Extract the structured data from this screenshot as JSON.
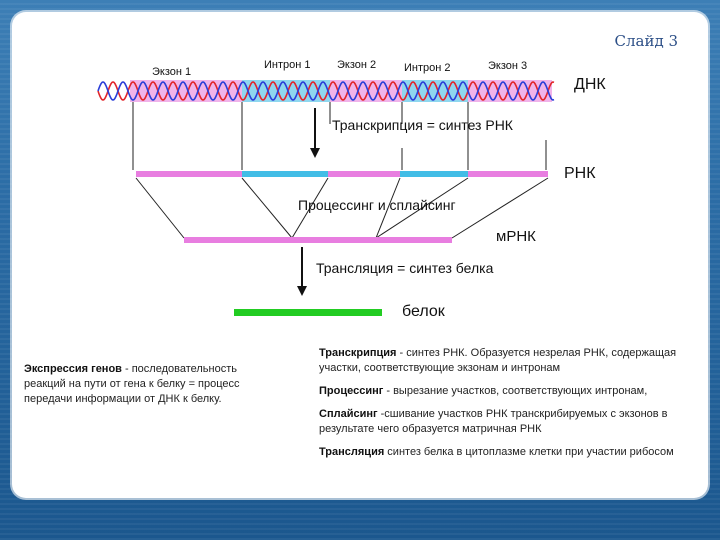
{
  "slide_label": "Слайд 3",
  "diagram": {
    "segments": [
      "Экзон 1",
      "Интрон 1",
      "Экзон 2",
      "Интрон 2",
      "Экзон 3"
    ],
    "dna_label": "ДНК",
    "rna_label": "РНК",
    "mrna_label": "мРНК",
    "protein_label": "белок",
    "step_transcription": "Транскрипция = синтез РНК",
    "step_processing": "Процессинг и сплайсинг",
    "step_translation": "Трансляция = синтез белка",
    "colors": {
      "exon": "#e87ee0",
      "intron": "#42bde6",
      "protein": "#22cc22",
      "helix_red": "#e2262b",
      "helix_blue": "#2b3fd8"
    }
  },
  "definitions": {
    "expression_term": "Экспрессия генов",
    "expression_text": " - последовательность реакций на пути от гена к белку = процесс передачи информации от ДНК к белку.",
    "items": [
      {
        "term": "Транскрипция",
        "text": " - синтез РНК. Образуется незрелая РНК, содержащая участки, соответствующие экзонам и интронам"
      },
      {
        "term": "Процессинг",
        "text": " - вырезание участков, соответствующих интронам,"
      },
      {
        "term": "Сплайсинг",
        "text": " -сшивание участков РНК транскрибируемых с экзонов в результате чего образуется матричная РНК"
      },
      {
        "term": "Трансляция",
        "text": " синтез белка в цитоплазме клетки при участии рибосом"
      }
    ]
  }
}
